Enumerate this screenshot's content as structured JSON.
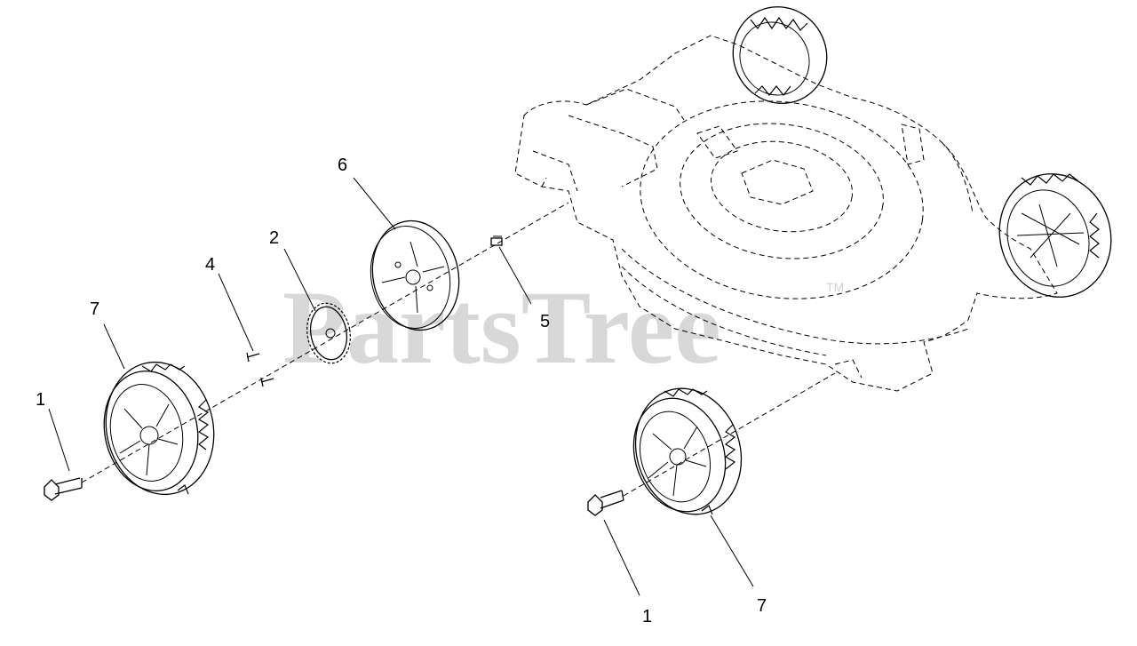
{
  "watermark": {
    "text": "PartsTree",
    "trademark": "TM"
  },
  "callouts": {
    "c1_left": "1",
    "c7_left": "7",
    "c4": "4",
    "c2": "2",
    "c6": "6",
    "c5": "5",
    "c1_right": "1",
    "c7_right": "7"
  }
}
